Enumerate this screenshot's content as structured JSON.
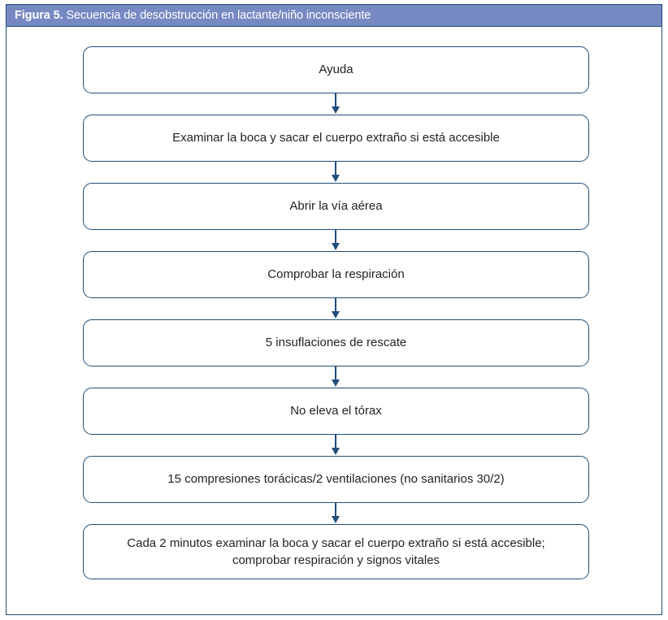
{
  "figure": {
    "label": "Figura 5.",
    "caption": "Secuencia de desobstrucción en lactante/niño inconsciente",
    "full_title": "Figura 5. Secuencia de desobstrucción en lactante/niño inconsciente"
  },
  "colors": {
    "header_background": "#7689C2",
    "header_text": "#FFFFFF",
    "frame_border": "#1F4E79",
    "node_border": "#1F4E79",
    "node_background": "#FFFFFF",
    "node_text": "#231F20",
    "arrow": "#1F4E79"
  },
  "chart_data": {
    "type": "diagram",
    "diagram_kind": "flowchart",
    "orientation": "vertical",
    "title": "Figura 5. Secuencia de desobstrucción en lactante/niño inconsciente",
    "node_count": 8,
    "connector_count": 7,
    "nodes": [
      {
        "id": 1,
        "text": "Ayuda",
        "lines": [
          "Ayuda"
        ]
      },
      {
        "id": 2,
        "text": "Examinar la boca y sacar el cuerpo extraño si está accesible",
        "lines": [
          "Examinar la boca y sacar el cuerpo extraño si está accesible"
        ]
      },
      {
        "id": 3,
        "text": "Abrir la vía aérea",
        "lines": [
          "Abrir la vía aérea"
        ]
      },
      {
        "id": 4,
        "text": "Comprobar la respiración",
        "lines": [
          "Comprobar la respiración"
        ]
      },
      {
        "id": 5,
        "text": "5 insuflaciones de rescate",
        "lines": [
          "5 insuflaciones de rescate"
        ]
      },
      {
        "id": 6,
        "text": "No eleva el tórax",
        "lines": [
          "No eleva el tórax"
        ]
      },
      {
        "id": 7,
        "text": "15 compresiones torácicas/2 ventilaciones (no sanitarios 30/2)",
        "lines": [
          "15 compresiones torácicas/2 ventilaciones (no sanitarios 30/2)"
        ]
      },
      {
        "id": 8,
        "text": "Cada 2 minutos examinar la boca y sacar el cuerpo extraño si está accesible; comprobar respiración y signos vitales",
        "lines": [
          "Cada 2 minutos examinar la boca y sacar el cuerpo extraño si está accesible;",
          "comprobar respiración y signos vitales"
        ]
      }
    ],
    "edges": [
      {
        "from": 1,
        "to": 2,
        "style": "arrow-down"
      },
      {
        "from": 2,
        "to": 3,
        "style": "arrow-down"
      },
      {
        "from": 3,
        "to": 4,
        "style": "arrow-down"
      },
      {
        "from": 4,
        "to": 5,
        "style": "arrow-down"
      },
      {
        "from": 5,
        "to": 6,
        "style": "arrow-down"
      },
      {
        "from": 6,
        "to": 7,
        "style": "arrow-down"
      },
      {
        "from": 7,
        "to": 8,
        "style": "arrow-down"
      }
    ]
  },
  "nodes": {
    "n1": "Ayuda",
    "n2": "Examinar la boca y sacar el cuerpo extraño si está accesible",
    "n3": "Abrir la vía aérea",
    "n4": "Comprobar la respiración",
    "n5": "5 insuflaciones de rescate",
    "n6": "No eleva el tórax",
    "n7": "15 compresiones torácicas/2 ventilaciones (no sanitarios 30/2)",
    "n8_line1": "Cada 2 minutos examinar la boca y sacar el cuerpo extraño si está accesible;",
    "n8_line2": "comprobar respiración y signos vitales"
  }
}
